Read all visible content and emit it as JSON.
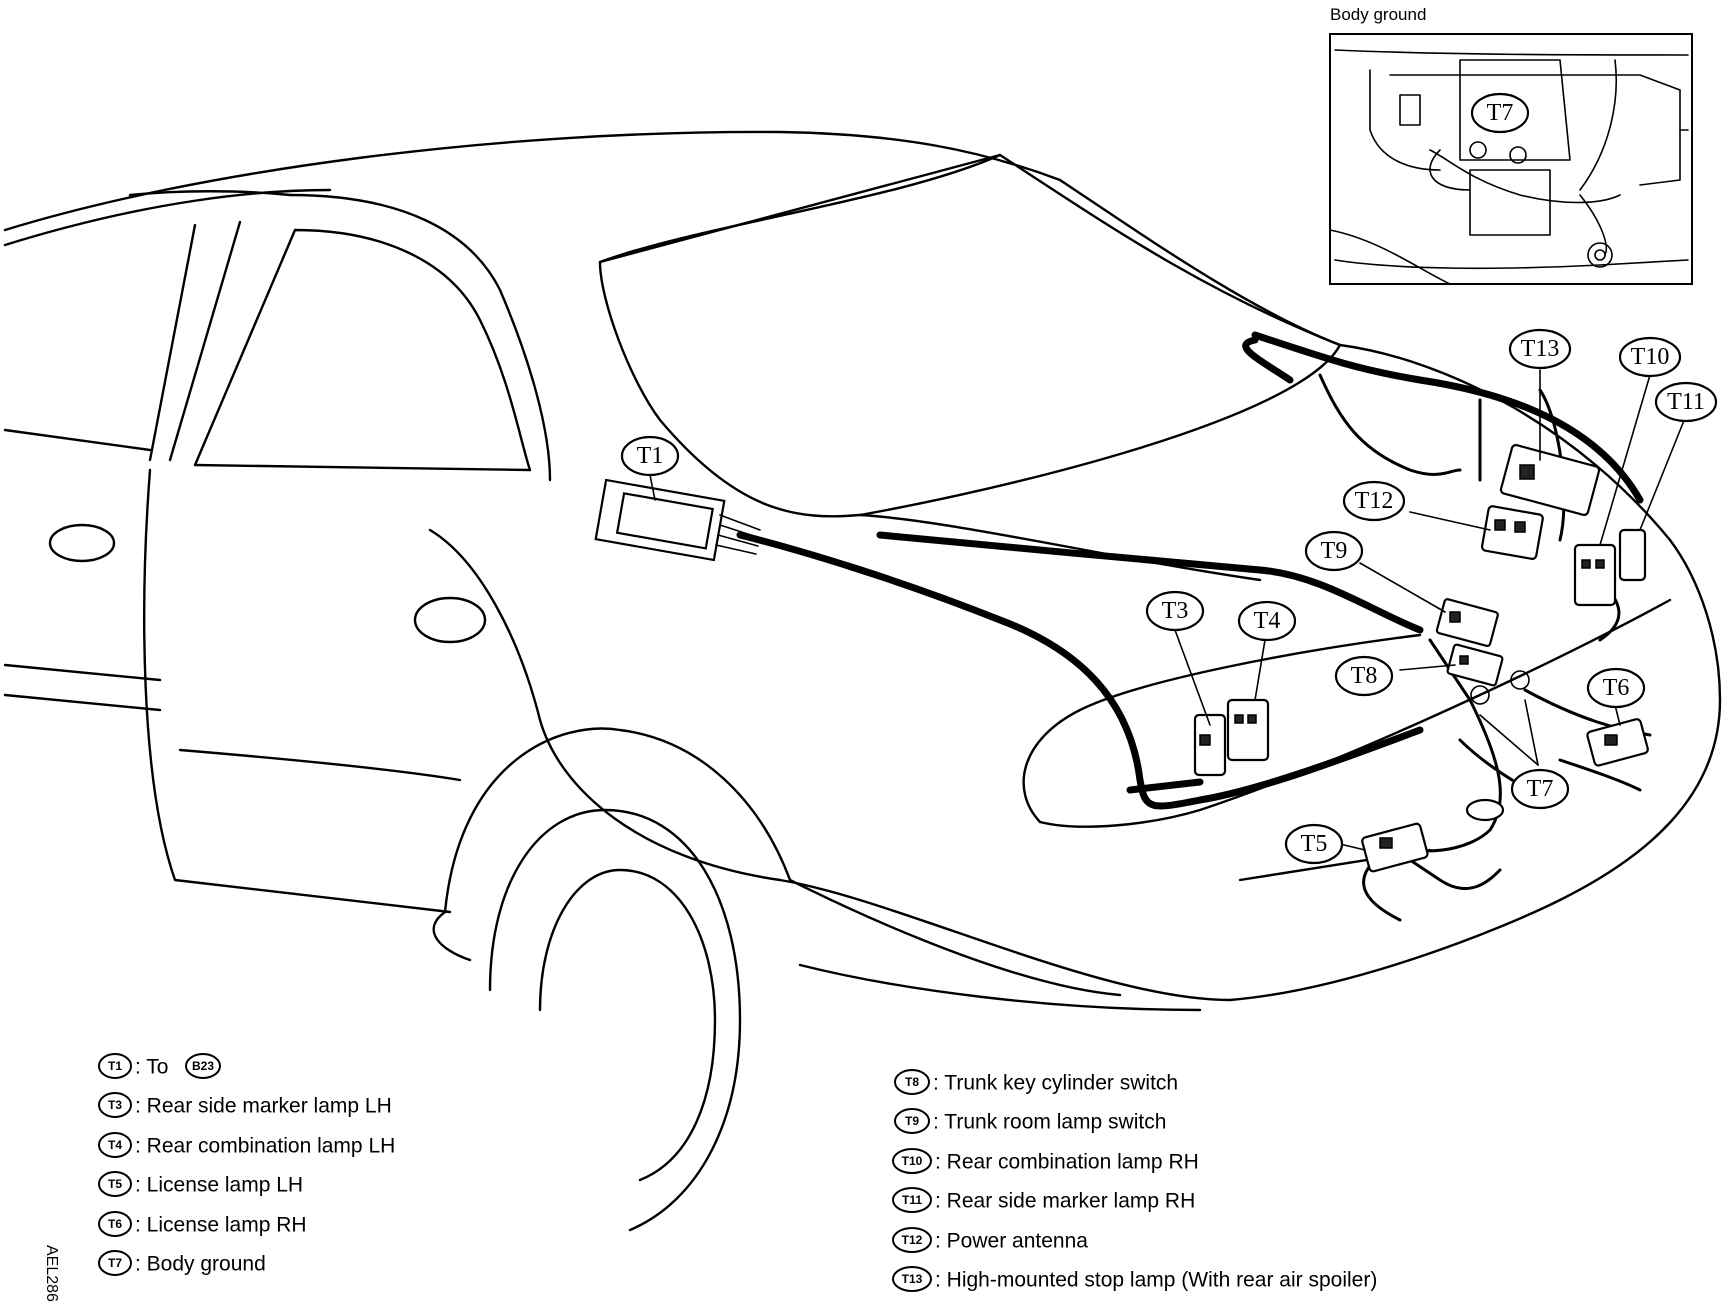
{
  "inset": {
    "title": "Body ground",
    "connector": "T7"
  },
  "callouts": {
    "t1": "T1",
    "t3": "T3",
    "t4": "T4",
    "t5": "T5",
    "t6": "T6",
    "t7": "T7",
    "t8": "T8",
    "t9": "T9",
    "t10": "T10",
    "t11": "T11",
    "t12": "T12",
    "t13": "T13"
  },
  "legend_left": [
    {
      "code": "T1",
      "text": ": To",
      "ref": "B23"
    },
    {
      "code": "T3",
      "text": ": Rear side marker lamp LH"
    },
    {
      "code": "T4",
      "text": ": Rear combination lamp LH"
    },
    {
      "code": "T5",
      "text": ": License lamp LH"
    },
    {
      "code": "T6",
      "text": ": License lamp RH"
    },
    {
      "code": "T7",
      "text": ": Body ground"
    }
  ],
  "legend_right": [
    {
      "code": "T8",
      "text": ": Trunk key cylinder switch"
    },
    {
      "code": "T9",
      "text": ": Trunk room lamp switch"
    },
    {
      "code": "T10",
      "text": ": Rear combination lamp RH"
    },
    {
      "code": "T11",
      "text": ": Rear side marker lamp RH"
    },
    {
      "code": "T12",
      "text": ": Power antenna"
    },
    {
      "code": "T13",
      "text": ": High-mounted stop lamp (With rear air spoiler)"
    }
  ],
  "figure_code": "AEL286"
}
